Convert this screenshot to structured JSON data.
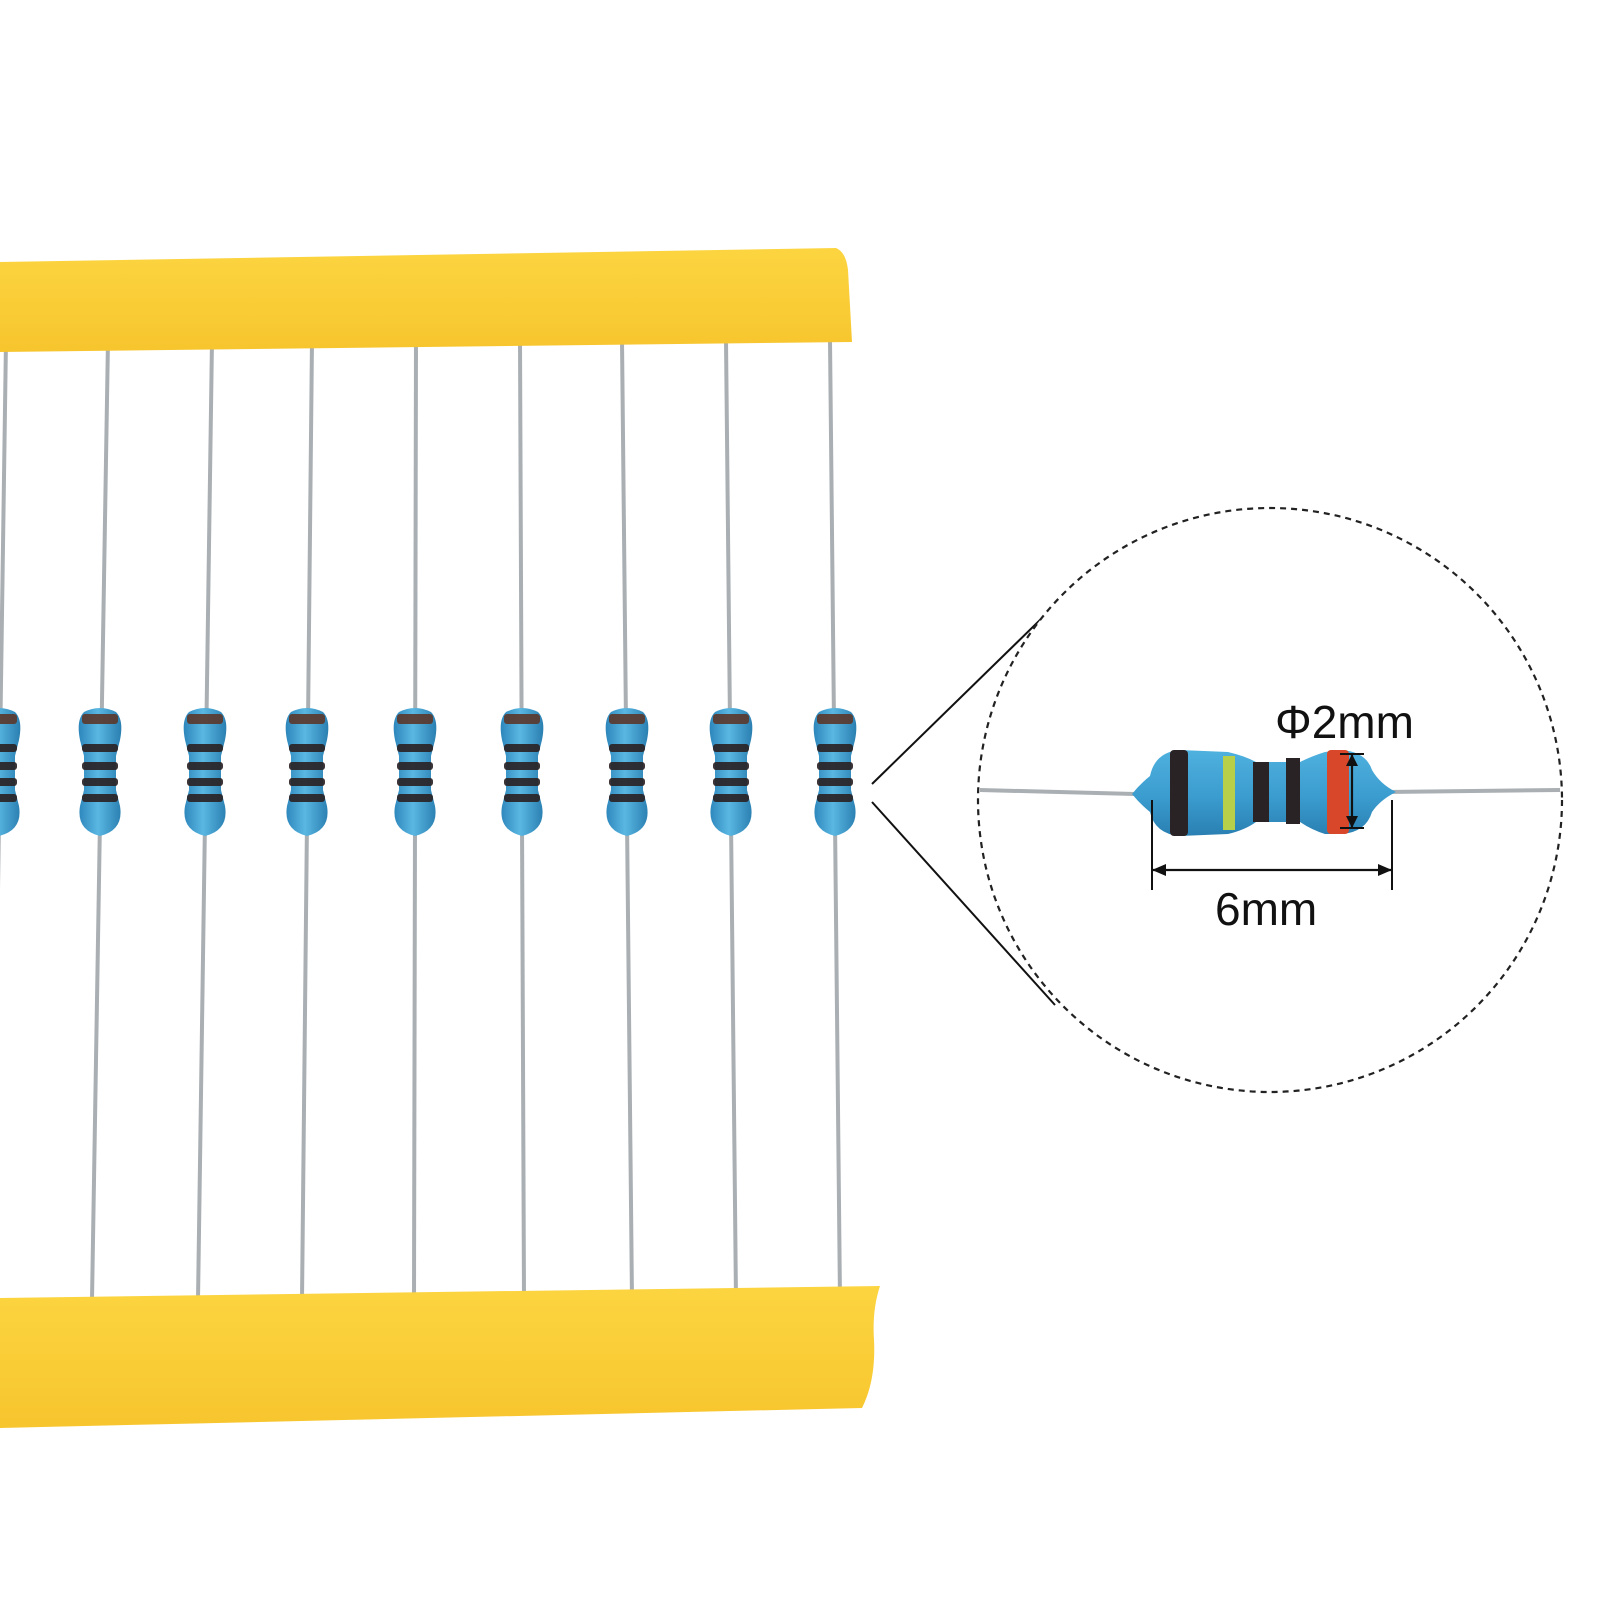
{
  "product": {
    "resistor_count_visible": 9,
    "colors": {
      "tape": "#fcd23a",
      "tape_shadow": "#f2be25",
      "body": "#3d9fd0",
      "body_dark": "#2a7fb1",
      "lead": "#a9afb3",
      "band_dark": "#2a2326",
      "band_brown": "#5a3a2e",
      "band_yellow": "#b8cf4a",
      "band_red": "#d8472a"
    }
  },
  "callout": {
    "diameter_label": "Φ2mm",
    "length_label": "6mm",
    "circle_style": "dashed"
  }
}
